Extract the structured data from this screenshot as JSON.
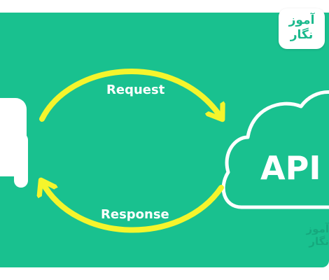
{
  "diagram": {
    "request_label": "Request",
    "response_label": "Response",
    "api_label": "API",
    "android_icon": "android-robot-icon",
    "cloud_icon": "cloud-icon"
  },
  "brand": {
    "logo_line1": "آموز",
    "logo_line2": "نگار",
    "watermark_line1": "آموز",
    "watermark_line2": "نگار"
  },
  "colors": {
    "background": "#19c18f",
    "arrow": "#f5f52c",
    "white": "#ffffff",
    "logo_text": "#19b98c"
  }
}
